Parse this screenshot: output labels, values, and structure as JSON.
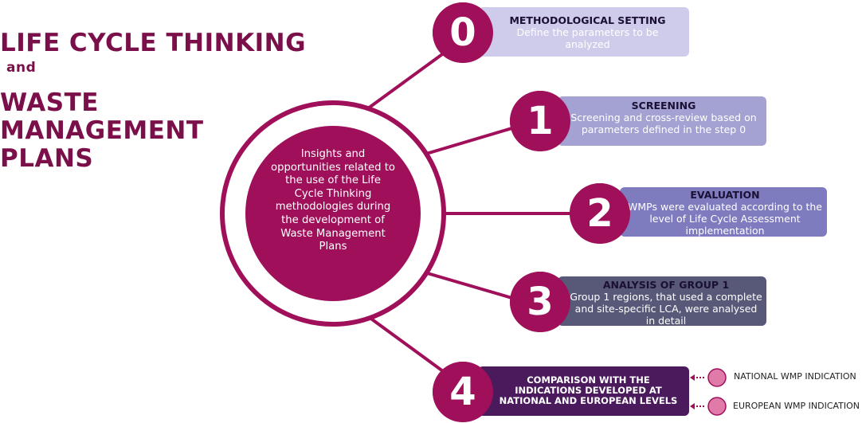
{
  "title": {
    "line1": "LIFE CYCLE THINKING",
    "line2": "and",
    "line3": "WASTE MANAGEMENT PLANS"
  },
  "center": {
    "text": "Insights and opportunities related to the use of the Life Cycle Thinking methodologies during the development of Waste Management Plans"
  },
  "steps": [
    {
      "number": "0",
      "title": "METHODOLOGICAL SETTING",
      "description": "Define the parameters to be analyzed"
    },
    {
      "number": "1",
      "title": "SCREENING",
      "description": "Screening and cross-review based on parameters defined in the step 0"
    },
    {
      "number": "2",
      "title": "EVALUATION",
      "description": "WMPs were evaluated according to the level of Life Cycle Assessment implementation"
    },
    {
      "number": "3",
      "title": "ANALYSIS OF GROUP 1",
      "description": "Group 1 regions, that used a complete and site-specific LCA, were analysed in detail"
    },
    {
      "number": "4",
      "title": "COMPARISON WITH THE INDICATIONS DEVELOPED AT NATIONAL AND EUROPEAN LEVELS",
      "description": ""
    }
  ],
  "legend": [
    {
      "label": "NATIONAL WMP INDICATION"
    },
    {
      "label": "EUROPEAN WMP INDICATION"
    }
  ],
  "colors": {
    "primary": "#a0105a",
    "title": "#7b0f4a",
    "box0": "#cfcbea",
    "box1": "#a4a2d2",
    "box2": "#7e7bbf",
    "box3": "#585878",
    "box4": "#4a1a5c",
    "legend_dot": "#e07aa8"
  }
}
